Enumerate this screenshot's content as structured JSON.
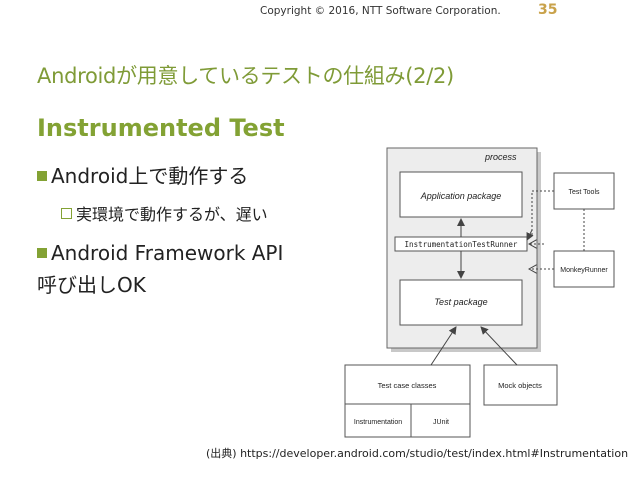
{
  "header": {
    "copyright": "Copyright © 2016, NTT Software Corporation.",
    "page_number": "35"
  },
  "slide": {
    "title": "Androidが用意しているテストの仕組み(2/2)",
    "heading": "Instrumented Test",
    "bullets": [
      "Android上で動作する",
      "実環境で動作するが、遅い",
      "Android Framework API",
      "呼び出しOK"
    ],
    "source": "(出典) https://developer.android.com/studio/test/index.html#Instrumentation"
  },
  "diagram": {
    "process_label": "process",
    "app_package": "Application package",
    "runner": "InstrumentationTestRunner",
    "test_package": "Test package",
    "test_tools": "Test Tools",
    "monkey_runner": "MonkeyRunner",
    "test_case_classes": "Test case classes",
    "mock_objects": "Mock objects",
    "instrumentation": "Instrumentation",
    "junit": "JUnit"
  },
  "colors": {
    "accent": "#83a234",
    "title": "#7f9b37",
    "page_number": "#c9a24a"
  }
}
